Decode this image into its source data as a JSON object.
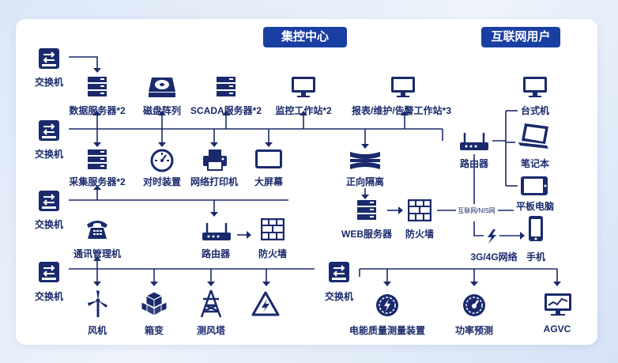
{
  "badges": {
    "control_center": "集控中心",
    "internet_users": "互联网用户"
  },
  "labels": {
    "switch1": "交换机",
    "switch2": "交换机",
    "switch3": "交换机",
    "switch4": "交换机",
    "switch5": "交换机",
    "data_server": "数据服务器*2",
    "disk_array": "磁盘阵列",
    "scada_server": "SCADA服务器*2",
    "monitor_ws": "监控工作站*2",
    "report_ws": "报表/维护/告警工作站*3",
    "desktop": "台式机",
    "collect_server": "采集服务器*2",
    "time_sync": "对时装置",
    "net_printer": "网络打印机",
    "big_screen": "大屏幕",
    "forward_isolation": "正向隔离",
    "router_right": "路由器",
    "laptop": "笔记本",
    "tablet": "平板电脑",
    "web_server": "WEB服务器",
    "firewall_right": "防火墙",
    "internet_nis": "互联网/NIS网",
    "mobile_net": "3G/4G网络",
    "phone": "手机",
    "comm_manager": "通讯管理机",
    "router_mid": "路由器",
    "firewall_mid": "防火墙",
    "wind_turbine": "风机",
    "box_transformer": "箱变",
    "wind_tower": "测风塔",
    "power_quality": "电能质量测量装置",
    "power_forecast": "功率预测",
    "agvc": "AGVC"
  },
  "colors": {
    "brand": "#1a3fa3",
    "line": "#1a2a6c",
    "icon": "#1a2a6c"
  }
}
